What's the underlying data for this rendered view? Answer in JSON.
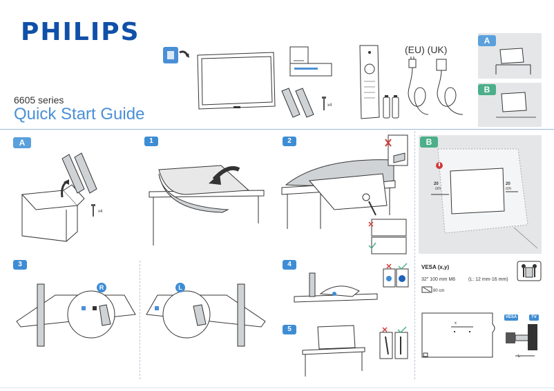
{
  "brand": "PHILIPS",
  "series": "6605 series",
  "guide_title": "Quick Start Guide",
  "region": "(EU) (UK)",
  "sections": {
    "a": "A",
    "b": "B"
  },
  "steps": [
    "1",
    "2",
    "3",
    "4",
    "5"
  ],
  "labels": {
    "screws_count": "x4",
    "stand_screws_count": "x4",
    "right_marker": "R",
    "left_marker": "L",
    "dist_left": "20",
    "dist_right": "20",
    "dist_unit": "cm",
    "vesa_title": "VESA (x,y)",
    "vesa_spec": "32\"   100 mm M6",
    "vesa_length": "(L: 12 mm-16 mm)",
    "cable_len": "80 cm",
    "tag_vesa": "VESA",
    "tag_tv": "TV",
    "dim_x": "x",
    "dim_l": "L"
  },
  "colors": {
    "brand_blue": "#1050a8",
    "accent_blue": "#4a8fd6",
    "green": "#4caf8a",
    "red": "#d23b3b"
  },
  "icons": [
    "box-open-icon",
    "warning-icon",
    "cross-icon",
    "check-icon",
    "two-person-lift-icon"
  ]
}
